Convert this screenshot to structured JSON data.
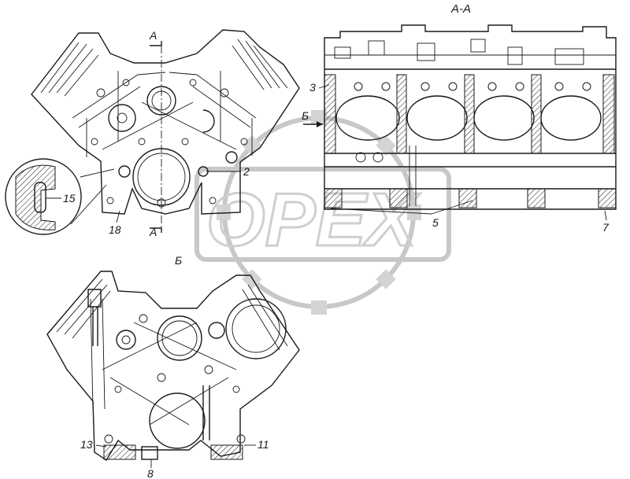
{
  "labels": {
    "section_top": "А",
    "section_bottom": "А",
    "section_title": "А-А",
    "view_b_arrow": "Б",
    "view_b_caption": "Б",
    "callouts": {
      "c2": "2",
      "c3": "3",
      "c5": "5",
      "c7": "7",
      "c8": "8",
      "c11": "11",
      "c13": "13",
      "c15": "15",
      "c18": "18"
    }
  },
  "watermark": {
    "text": "OPEX"
  }
}
